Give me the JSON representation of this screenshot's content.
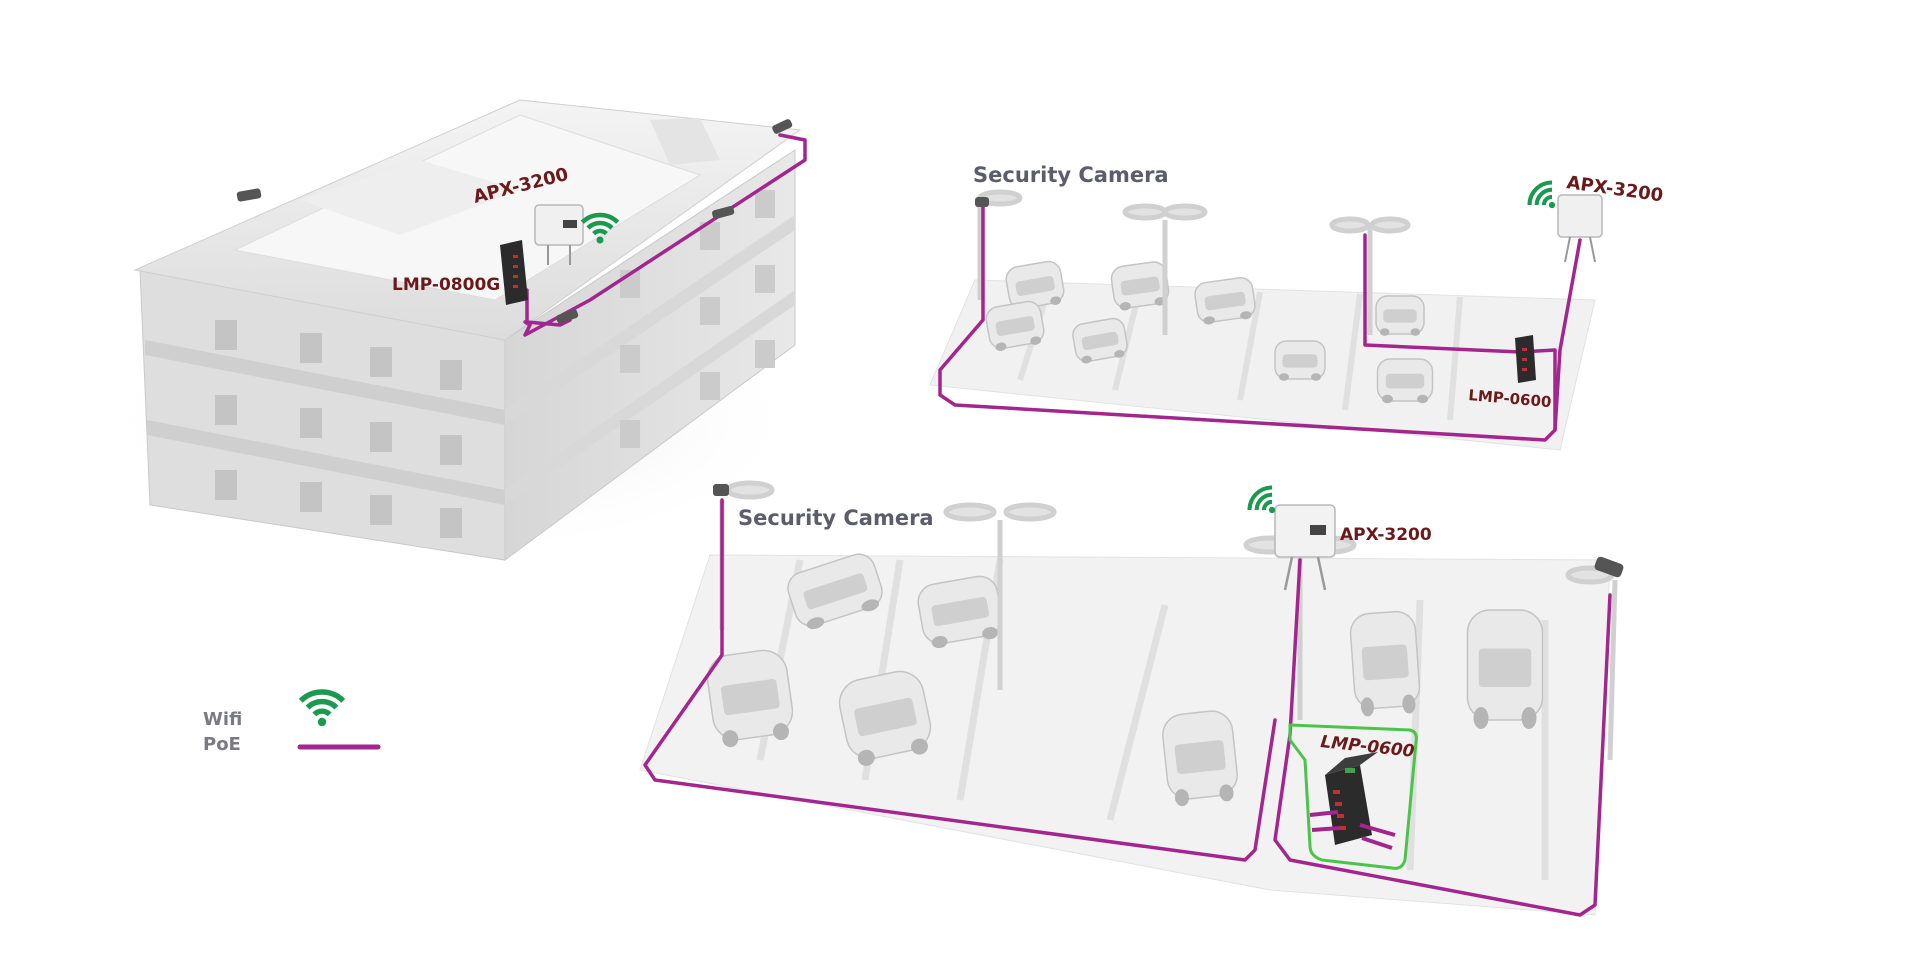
{
  "colors": {
    "poe": "#a3268f",
    "wifi": "#1a9a4e",
    "device_label": "#6a1a1a",
    "camera_label": "#5c5c6a",
    "highlight": "#4cc34a",
    "building": "#e3e3e3",
    "ground": "#eeeeee"
  },
  "labels": {
    "building_ap": "APX-3200",
    "building_switch": "LMP-0800G",
    "top_lot_camera": "Security Camera",
    "top_lot_ap": "APX-3200",
    "top_lot_switch": "LMP-0600",
    "bottom_lot_camera": "Security Camera",
    "bottom_lot_ap": "APX-3200",
    "bottom_lot_switch": "LMP-0600"
  },
  "legend": {
    "wifi_label": "Wifi",
    "poe_label": "PoE",
    "wifi_icon": "wifi-icon",
    "poe_icon": "poe-line-icon"
  },
  "icons": {
    "ap": "access-point-icon",
    "switch": "poe-switch-icon",
    "camera": "security-camera-icon",
    "car": "car-icon",
    "lamp": "street-lamp-icon"
  }
}
